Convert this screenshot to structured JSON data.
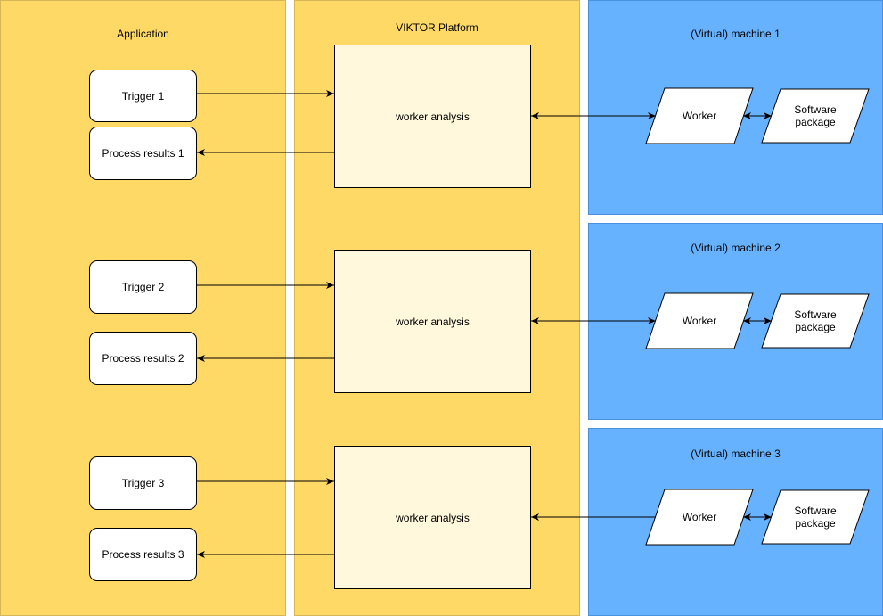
{
  "lanes": {
    "application": {
      "title": "Application"
    },
    "platform": {
      "title": "VIKTOR Platform"
    },
    "machines": [
      {
        "title": "(Virtual) machine 1"
      },
      {
        "title": "(Virtual) machine 2"
      },
      {
        "title": "(Virtual) machine 3"
      }
    ]
  },
  "rows": [
    {
      "trigger": "Trigger 1",
      "results": "Process results 1",
      "analysis": "worker analysis",
      "worker": "Worker",
      "software": "Software package",
      "link": "bidirectional"
    },
    {
      "trigger": "Trigger 2",
      "results": "Process results 2",
      "analysis": "worker analysis",
      "worker": "Worker",
      "software": "Software package",
      "link": "bidirectional"
    },
    {
      "trigger": "Trigger 3",
      "results": "Process results 3",
      "analysis": "worker analysis",
      "worker": "Worker",
      "software": "Software package",
      "link": "to-platform"
    }
  ],
  "colors": {
    "lane_yellow": "#ffd966",
    "lane_yellow_border": "#d6b656",
    "lane_blue": "#66b2ff",
    "analysis_fill": "#fff8dc",
    "edge": "#000000"
  }
}
